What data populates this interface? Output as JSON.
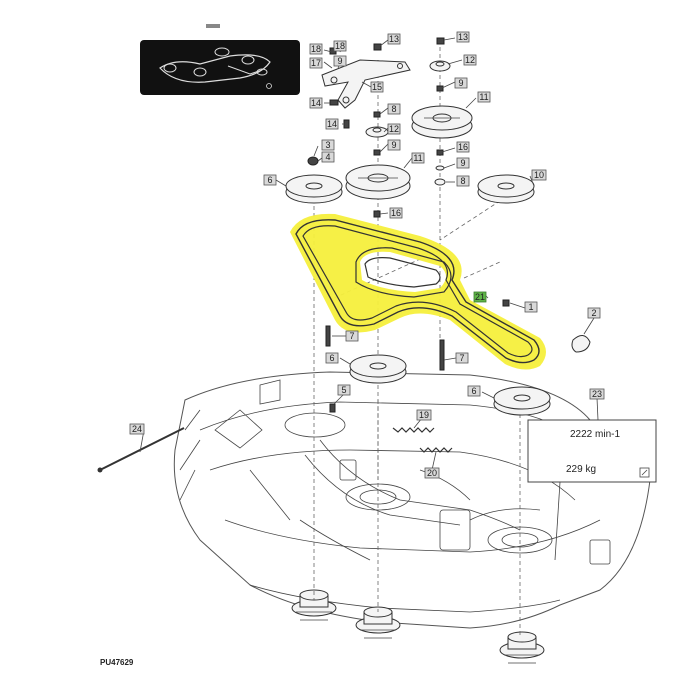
{
  "figure_ref": "PU47629",
  "decal": {
    "speed": "2222 min-1",
    "weight": "229 kg"
  },
  "callouts": [
    "1",
    "2",
    "3",
    "4",
    "5",
    "6",
    "7",
    "8",
    "9",
    "10",
    "11",
    "12",
    "13",
    "14",
    "15",
    "16",
    "17",
    "18",
    "19",
    "20",
    "21",
    "23",
    "24"
  ],
  "colors": {
    "belt_highlight": "#f5ef3c",
    "belt_outline": "#333333",
    "callout_highlight": "#5fb548",
    "inset_background": "#111111"
  },
  "icons": [
    "inset-belt-routing-icon",
    "decal-corner-icon"
  ]
}
